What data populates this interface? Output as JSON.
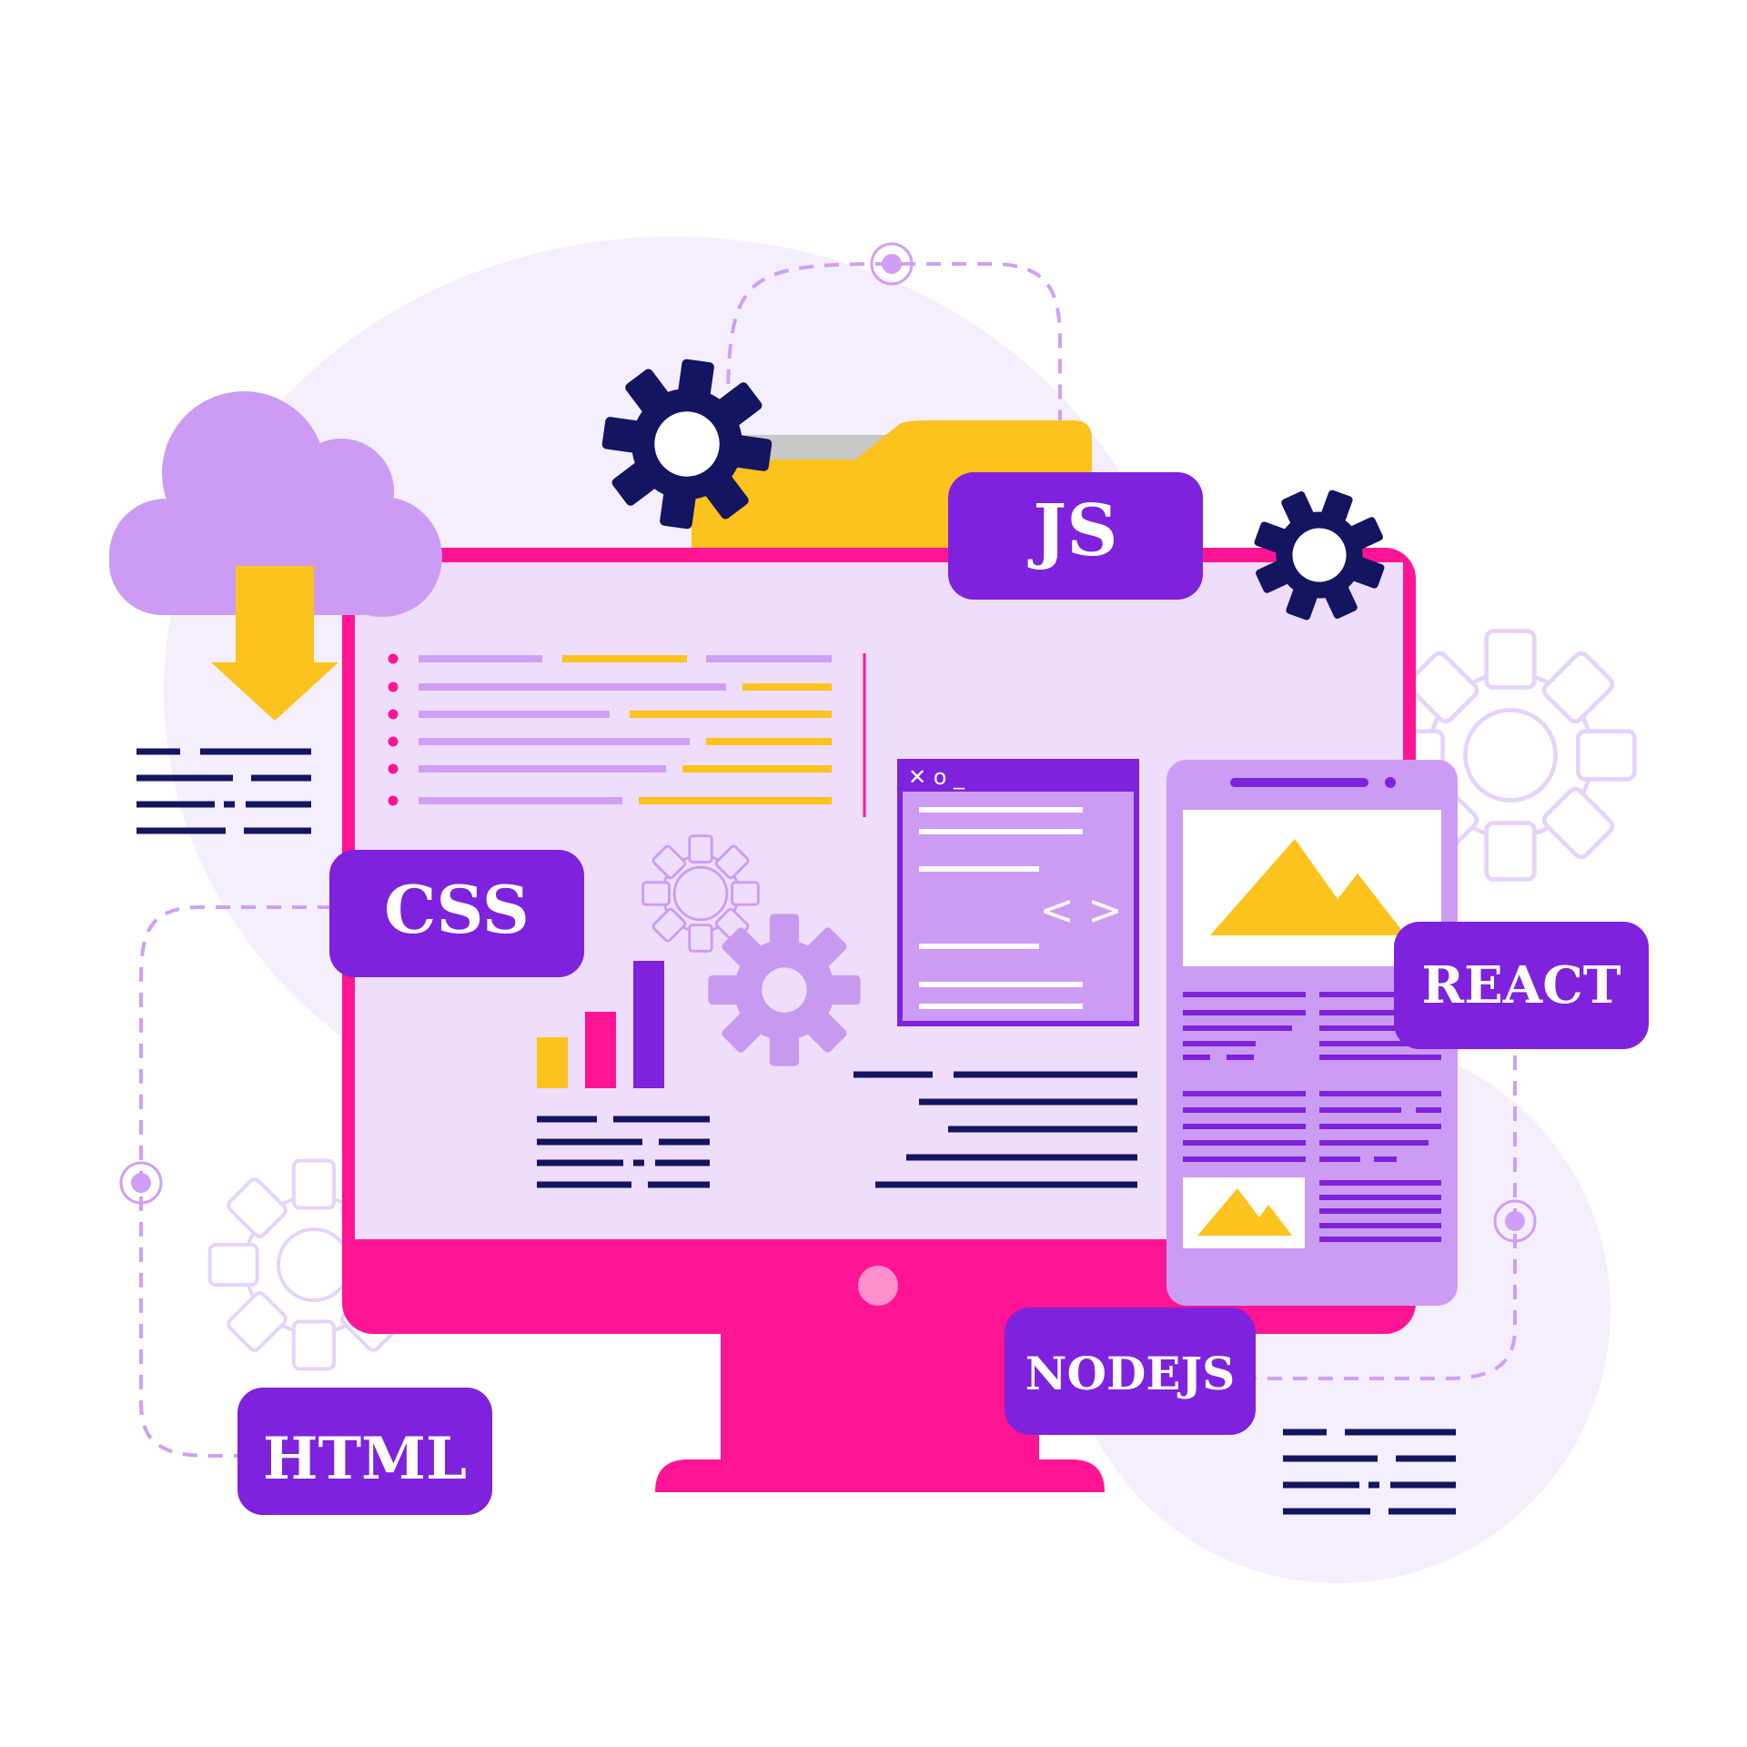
{
  "labels": {
    "js": "JS",
    "css": "CSS",
    "html": "HTML",
    "react": "REACT",
    "nodejs": "NODEJS"
  },
  "code_window": {
    "title_glyphs": "✕ o _",
    "code_symbol": "< >"
  },
  "icons": {
    "cloud": "cloud-download-icon",
    "folder": "folder-icon",
    "gear": "gear-icon",
    "chart": "bar-chart-icon",
    "image": "image-placeholder-icon"
  },
  "colors": {
    "magenta": "#ff1493",
    "purple": "#7e22dd",
    "lavender": "#cc9cf4",
    "screen_bg": "#efddfc",
    "navy": "#141560",
    "yellow": "#fcc21d",
    "blob": "#f5eefd"
  },
  "bar_chart": {
    "values": [
      2,
      3,
      5
    ]
  }
}
